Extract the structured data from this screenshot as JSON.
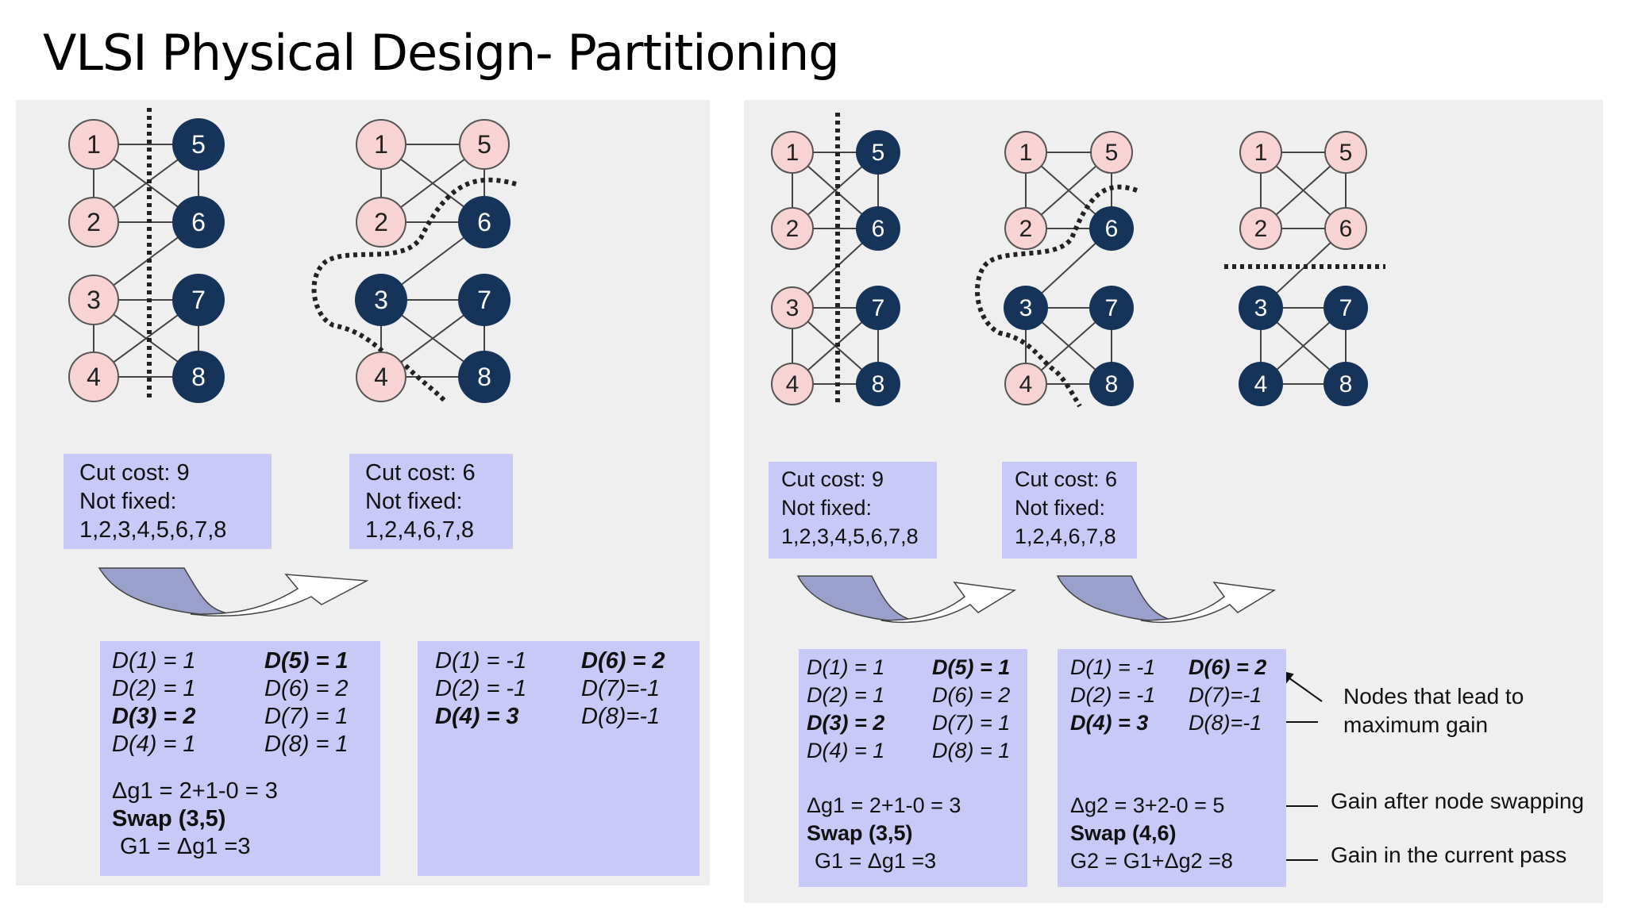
{
  "title": "VLSI Physical Design- Partitioning",
  "colors": {
    "node_left": "#f8d3d3",
    "node_right": "#16345a",
    "box": "#c9c9f7",
    "panel": "#efefef"
  },
  "left_panel": {
    "cut_boxes": [
      {
        "lines": [
          "Cut cost: 9",
          "Not fixed:",
          "1,2,3,4,5,6,7,8"
        ]
      },
      {
        "lines": [
          "Cut cost: 6",
          "Not fixed:",
          "1,2,4,6,7,8"
        ]
      }
    ],
    "d_box_1": {
      "col1": [
        "D(1) = 1",
        "D(2) = 1",
        "D(3) = 2",
        "D(4) = 1"
      ],
      "col2": [
        "D(5) = 1",
        "D(6) = 2",
        "D(7) = 1",
        "D(8) = 1"
      ],
      "gain": "Δg1 = 2+1-0 = 3",
      "swap": "Swap (3,5)",
      "total": "G1 = Δg1 =3"
    },
    "d_box_2": {
      "col1": [
        "D(1) = -1",
        "D(2) = -1",
        "D(4) = 3"
      ],
      "col2": [
        "D(6) = 2",
        "D(7)=-1",
        "D(8)=-1"
      ]
    }
  },
  "right_panel": {
    "cut_boxes": [
      {
        "lines": [
          "Cut cost: 9",
          "Not fixed:",
          "1,2,3,4,5,6,7,8"
        ]
      },
      {
        "lines": [
          "Cut cost: 6",
          "Not fixed:",
          "1,2,4,6,7,8"
        ]
      }
    ],
    "d_box_1": {
      "col1": [
        "D(1) = 1",
        "D(2) = 1",
        "D(3) = 2",
        "D(4) = 1"
      ],
      "col2": [
        "D(5) = 1",
        "D(6) = 2",
        "D(7) = 1",
        "D(8) = 1"
      ],
      "gain": "Δg1 = 2+1-0 = 3",
      "swap": "Swap (3,5)",
      "total": "G1 = Δg1 =3"
    },
    "d_box_2": {
      "col1": [
        "D(1) = -1",
        "D(2) = -1",
        "D(4) = 3"
      ],
      "col2": [
        "D(6) = 2",
        "D(7)=-1",
        "D(8)=-1"
      ],
      "gain": "Δg2 = 3+2-0 = 5",
      "swap": "Swap (4,6)",
      "total": "G2 = G1+Δg2 =8"
    },
    "annotations": {
      "max_gain": [
        "Nodes that lead to",
        "maximum gain"
      ],
      "swap_gain": "Gain after node swapping",
      "pass_gain": "Gain in the current pass"
    }
  },
  "graph_labels": [
    "1",
    "2",
    "3",
    "4",
    "5",
    "6",
    "7",
    "8"
  ]
}
